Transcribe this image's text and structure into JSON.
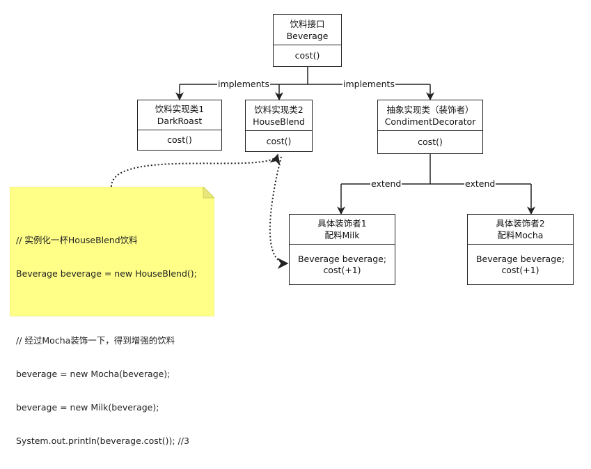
{
  "interface_box": {
    "name_cn": "饮料接口",
    "name": "Beverage",
    "method": "cost()"
  },
  "dark_roast_box": {
    "name_cn": "饮料实现类1",
    "name": "DarkRoast",
    "method": "cost()"
  },
  "house_blend_box": {
    "name_cn": "饮料实现类2",
    "name": "HouseBlend",
    "method": "cost()"
  },
  "decorator_box": {
    "name_cn": "抽象实现类（装饰者）",
    "name": "CondimentDecorator",
    "method": "cost()"
  },
  "milk_box": {
    "name_cn": "具体装饰者1",
    "name": "配料Milk",
    "field": "Beverage beverage;",
    "method": "cost(+1)"
  },
  "mocha_box": {
    "name_cn": "具体装饰者2",
    "name": "配料Mocha",
    "field": "Beverage beverage;",
    "method": "cost(+1)"
  },
  "edge_labels": {
    "implements_left": "implements",
    "implements_right": "implements",
    "extend_left": "extend",
    "extend_right": "extend"
  },
  "note": {
    "lines": [
      "// 实例化一杯HouseBlend饮料",
      "Beverage beverage = new HouseBlend();",
      "",
      "// 经过Mocha装饰一下，得到增强的饮料",
      "beverage = new Mocha(beverage);",
      "beverage = new Milk(beverage);",
      "System.out.println(beverage.cost()); //3"
    ]
  },
  "colors": {
    "note_fill": "#ffff88",
    "note_fold": "#e8e87a",
    "line": "#222222"
  }
}
